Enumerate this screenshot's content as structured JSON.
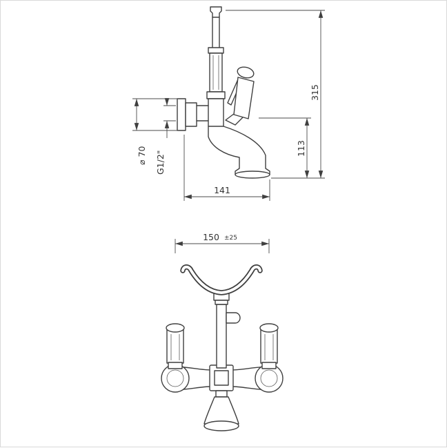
{
  "style": {
    "background": "#ffffff",
    "line_color": "#3f3f3f",
    "text_color": "#333333"
  },
  "side_view": {
    "dim_total_height": "315",
    "dim_outlet_height": "113",
    "dim_spout_reach": "141",
    "dim_flange_diameter": "⌀ 70",
    "dim_thread": "G1/2\""
  },
  "front_view": {
    "dim_hole_centers": "150",
    "dim_tolerance": "±25"
  }
}
